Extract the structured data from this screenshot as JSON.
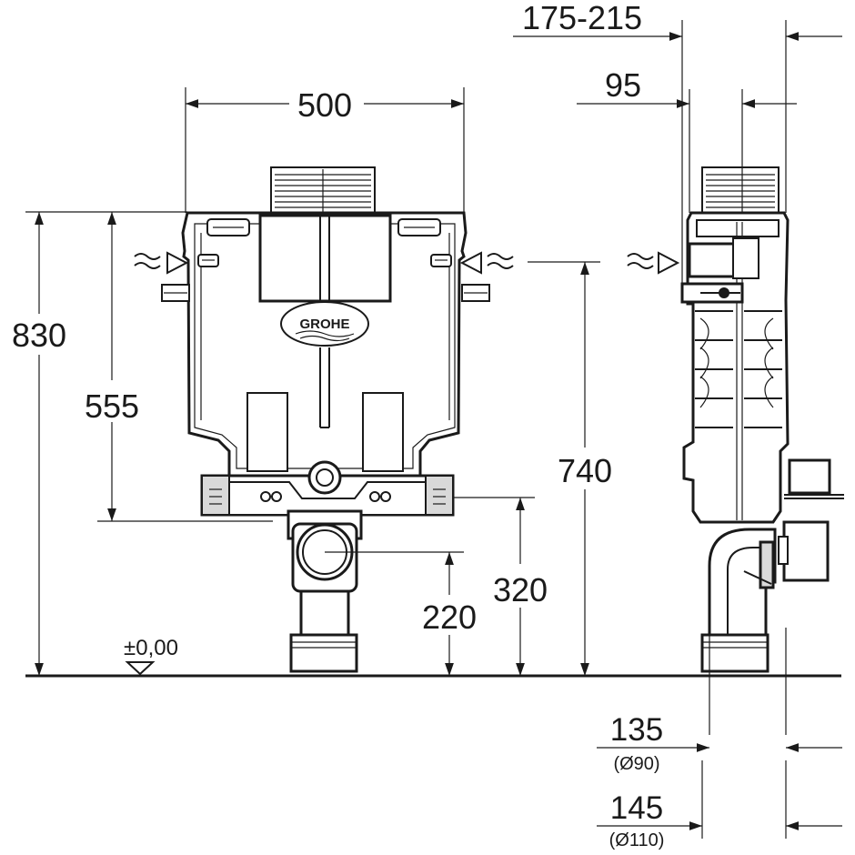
{
  "brand_logo_text": "GROHE",
  "front_view": {
    "width_label": "500",
    "overall_height_label": "830",
    "flush_height_label": "555",
    "frame_height_label": "740",
    "outlet_high_label": "320",
    "outlet_low_label": "220",
    "floor_level_label": "±0,00"
  },
  "side_view": {
    "wall_depth_label": "175-215",
    "depth_label": "95",
    "pipe90_label": "135",
    "pipe90_diameter_label": "(Ø90)",
    "pipe110_label": "145",
    "pipe110_diameter_label": "(Ø110)"
  }
}
